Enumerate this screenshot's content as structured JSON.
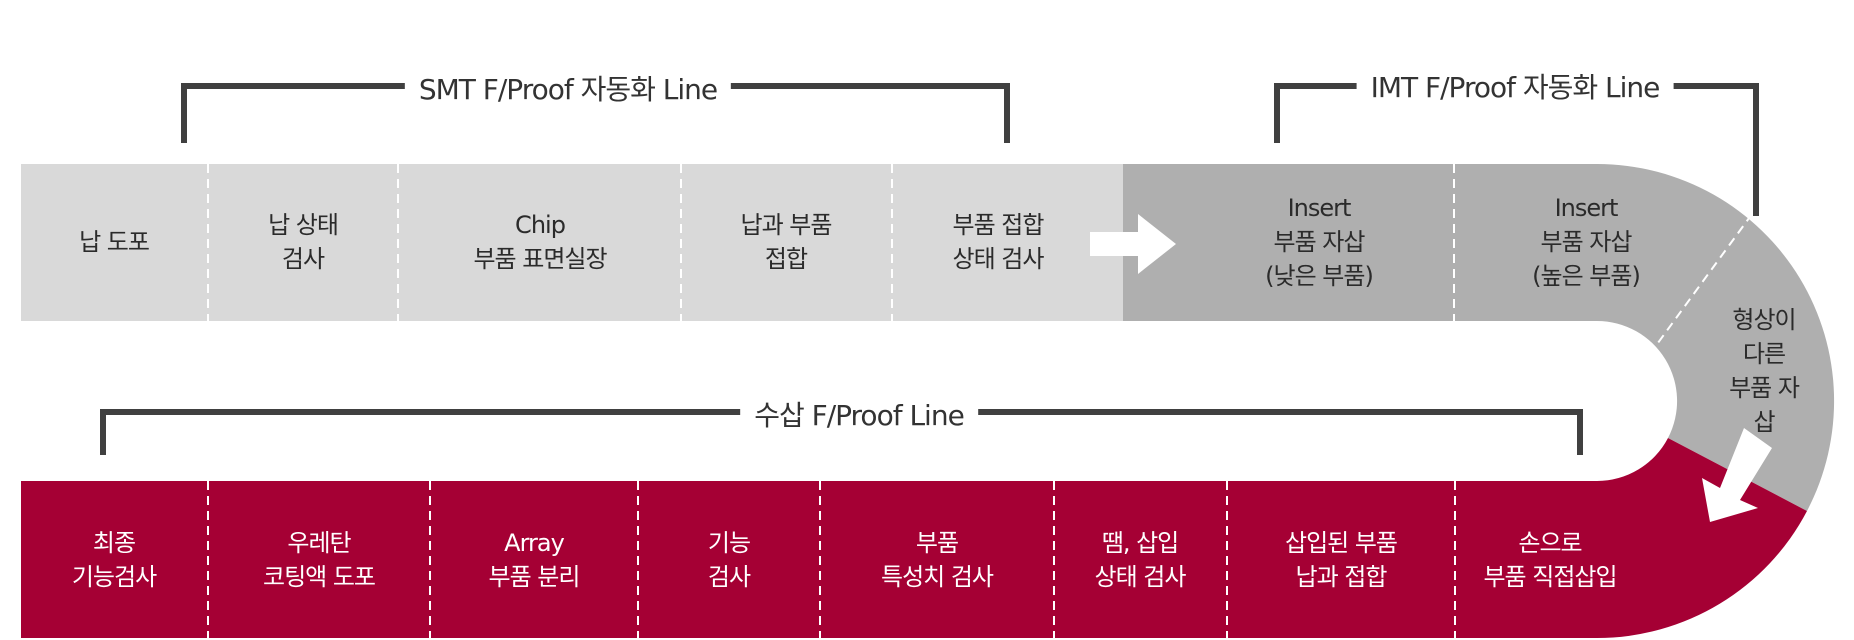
{
  "colors": {
    "light_gray": "#d9d9d9",
    "dark_gray": "#afafaf",
    "red": "#a50034",
    "bracket": "#404040"
  },
  "brackets": {
    "smt": "SMT F/Proof 자동화 Line",
    "imt": "IMT F/Proof 자동화 Line",
    "manual": "수삽 F/Proof Line"
  },
  "top_steps": [
    "납 도포",
    "납 상태\n검사",
    "Chip\n부품 표면실장",
    "납과 부품\n접합",
    "부품 접합\n상태 검사",
    "Insert\n부품 자삽\n(낮은 부품)",
    "Insert\n부품 자삽\n(높은 부품)"
  ],
  "curve_step": "형상이 다른\n부품 자삽",
  "bottom_steps": [
    "최종\n기능검사",
    "우레탄\n코팅액 도포",
    "Array\n부품 분리",
    "기능\n검사",
    "부품\n특성치 검사",
    "땜, 삽입\n상태 검사",
    "삽입된 부품\n납과 접합",
    "손으로\n부품 직접삽입"
  ]
}
